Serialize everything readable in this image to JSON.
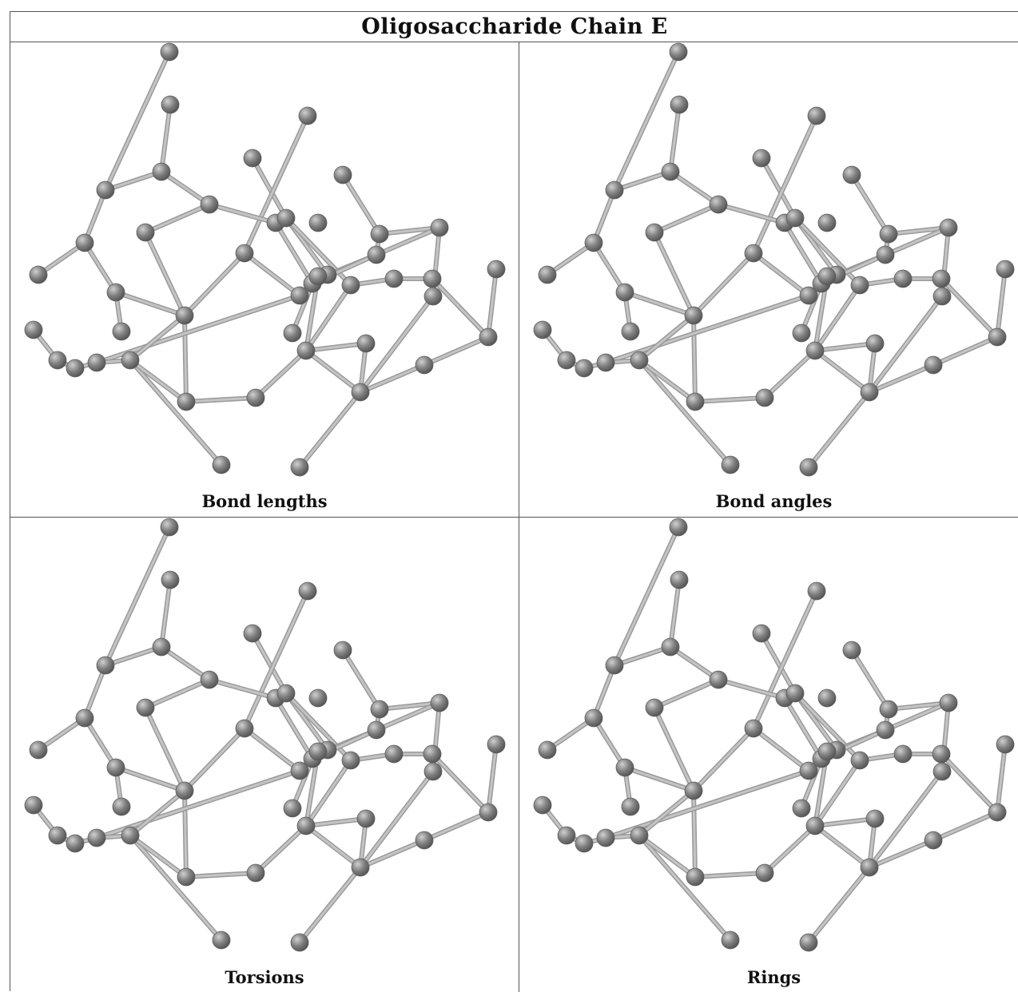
{
  "title": "Oligosaccharide Chain E",
  "panels": [
    {
      "caption": "Bond lengths"
    },
    {
      "caption": "Bond angles"
    },
    {
      "caption": "Torsions"
    },
    {
      "caption": "Rings"
    }
  ],
  "colors": {
    "bond": "#c4c4c4",
    "atom": "#808080",
    "atom_highlight": "#d0d0d0",
    "border": "#555555",
    "text": "#111111"
  }
}
